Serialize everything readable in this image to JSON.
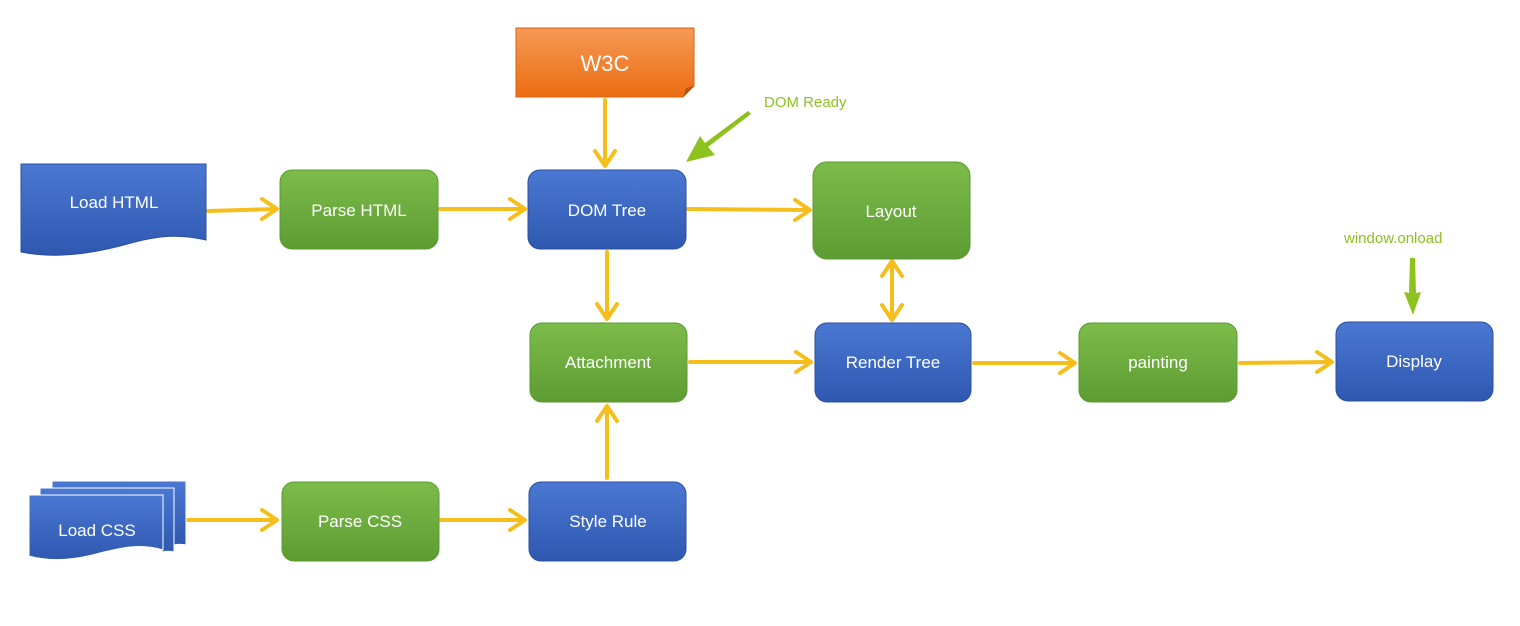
{
  "colors": {
    "blue": "#3a67c4",
    "blue_dark": "#2e57ad",
    "green": "#6aac3c",
    "green_dark": "#5a9931",
    "orange": "#f07a22",
    "orange_light": "#f39a55",
    "arrow": "#f5be1a",
    "annotation": "#8dc21f"
  },
  "nodes": {
    "load_html": "Load HTML",
    "parse_html": "Parse HTML",
    "dom_tree": "DOM Tree",
    "layout": "Layout",
    "w3c": "W3C",
    "attachment": "Attachment",
    "render_tree": "Render Tree",
    "painting": "painting",
    "display": "Display",
    "load_css": "Load CSS",
    "parse_css": "Parse CSS",
    "style_rule": "Style Rule"
  },
  "annotations": {
    "dom_ready": "DOM Ready",
    "window_onload": "window.onload"
  }
}
